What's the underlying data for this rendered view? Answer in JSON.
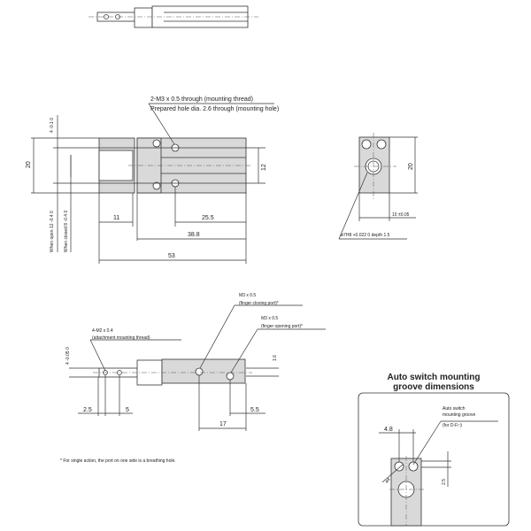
{
  "front_view": {
    "callout_thread": "2-M3 x 0.5 through (mounting thread)",
    "callout_hole": "Prepared hole dia. 2.6 through (mounting hole)",
    "dim_height": "20",
    "dim_top": "4 -0.1 0",
    "dim_pitch": "12",
    "dim_11": "11",
    "dim_25_5": "25.5",
    "dim_38_8": "38.8",
    "dim_53": "53",
    "when_open": "When open 12 -0.4 0",
    "when_closed": "When closed 8 -0.4 0"
  },
  "side_view": {
    "dim_height": "20",
    "dim_width": "10 ±0.05",
    "callout_bore": "ø7H8 +0.022 0 depth 1.5"
  },
  "bottom_view": {
    "callout_attach": "4-M2 x 0.4",
    "callout_attach_sub": "(attachment mounting thread)",
    "callout_close": "M3 x 0.5",
    "callout_close_sub": "(finger closing port)*",
    "callout_open": "M3 x 0.5",
    "callout_open_sub": "(finger opening port)*",
    "dim_left": "4 -0.05 0",
    "dim_1_6": "1.6",
    "dim_2_5": "2.5",
    "dim_5": "5",
    "dim_5_5": "5.5",
    "dim_17": "17"
  },
  "footnote": "* For single action, the port on one side is a breathing hole.",
  "groove_box": {
    "title_line1": "Auto switch mounting",
    "title_line2": "groove dimensions",
    "callout_line1": "Auto switch",
    "callout_line2": "mounting groove",
    "callout_line3": "(for D-F□)",
    "dim_4_8": "4.8",
    "dim_2_5": "2.5",
    "dim_r": "ø4"
  }
}
